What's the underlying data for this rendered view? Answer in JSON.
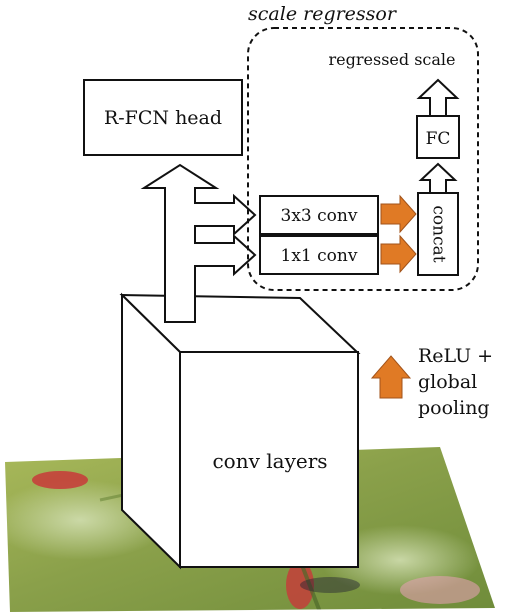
{
  "diagram": {
    "scale_regressor_title": "scale regressor",
    "regressed_scale_label": "regressed scale",
    "head_label": "R-FCN head",
    "conv3_label": "3x3 conv",
    "conv1_label": "1x1 conv",
    "concat_label": "concat",
    "fc_label": "FC",
    "conv_layers_label": "conv layers",
    "legend": {
      "line1": "ReLU +",
      "line2": "global",
      "line3": "pooling"
    }
  },
  "colors": {
    "accent_orange": "#e07a25",
    "stroke": "#111111",
    "ground_green": "#8aa04a",
    "flower_red": "#c83a3a"
  },
  "icons": {
    "legend_icon": "orange-up-arrow-icon",
    "input_image": "photo-texture-icon"
  }
}
